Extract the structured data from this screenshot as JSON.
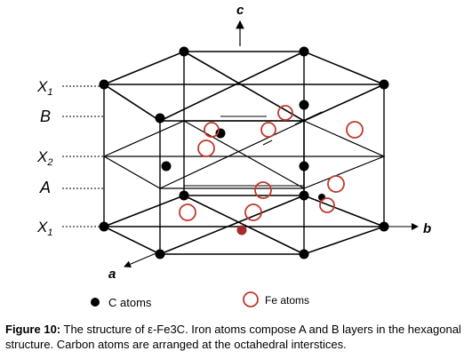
{
  "axes": {
    "c": "c",
    "b": "b",
    "a": "a"
  },
  "layers": [
    {
      "main": "X",
      "sub": "1",
      "name": "layer-x1-top"
    },
    {
      "main": "B",
      "sub": "",
      "name": "layer-b"
    },
    {
      "main": "X",
      "sub": "2",
      "name": "layer-x2"
    },
    {
      "main": "A",
      "sub": "",
      "name": "layer-a"
    },
    {
      "main": "X",
      "sub": "1",
      "name": "layer-x1-bottom"
    }
  ],
  "legend": {
    "c_atoms": "C atoms",
    "fe_atoms": "Fe atoms"
  },
  "caption": {
    "bold": "Figure 10:",
    "text": " The structure of ε-Fe3C. Iron atoms compose A and B layers in the hexagonal structure. Carbon atoms are arranged at the octahedral interstices."
  },
  "colors": {
    "c_atom": "#000000",
    "fe_atom": "#c0392b",
    "red_atom": "#a52a2a"
  }
}
